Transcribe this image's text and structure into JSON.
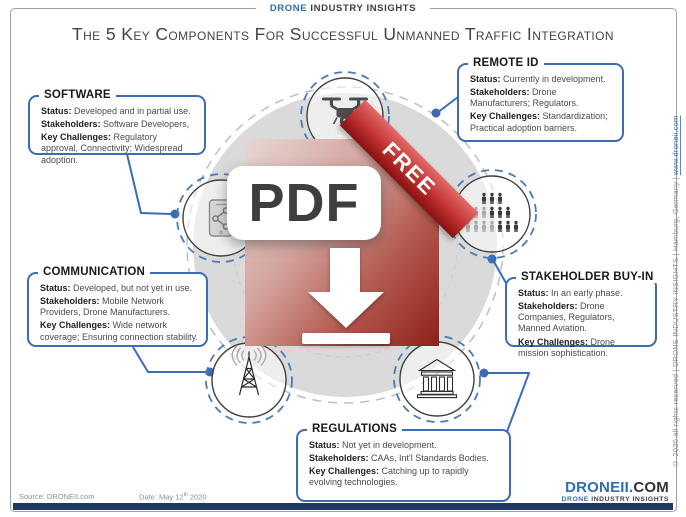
{
  "header": {
    "brand_blue": "DRONE",
    "brand_rest": " INDUSTRY INSIGHTS"
  },
  "title": {
    "text": "The 5 Key Components For Successful Unmanned Traffic Integration"
  },
  "boxes": {
    "software": {
      "title": "SOFTWARE",
      "fields": [
        {
          "label": "Status:",
          "text": " Developed and in partial use."
        },
        {
          "label": "Stakeholders:",
          "text": " Software Developers,"
        },
        {
          "label": "Key Challenges:",
          "text": " Regulatory approval, Connectivity; Widespread adoption."
        }
      ]
    },
    "remote_id": {
      "title": "REMOTE ID",
      "fields": [
        {
          "label": "Status:",
          "text": " Currently in development."
        },
        {
          "label": "Stakeholders:",
          "text": " Drone Manufacturers; Regulators."
        },
        {
          "label": "Key Challenges:",
          "text": " Standardization; Practical adoption barriers."
        }
      ]
    },
    "communication": {
      "title": "COMMUNICATION",
      "fields": [
        {
          "label": "Status:",
          "text": " Developed, but not yet in use."
        },
        {
          "label": "Stakeholders:",
          "text": " Mobile Network Providers, Drone Manufacturers."
        },
        {
          "label": "Key Challenges:",
          "text": " Wide network coverage; Ensuring connection stability."
        }
      ]
    },
    "stakeholder_buyin": {
      "title": "STAKEHOLDER BUY-IN",
      "fields": [
        {
          "label": "Status:",
          "text": " In an early phase."
        },
        {
          "label": "Stakeholders:",
          "text": " Drone Companies, Regulators, Manned Aviation."
        },
        {
          "label": "Key Challenges:",
          "text": " Drone mission sophistication."
        }
      ]
    },
    "regulations": {
      "title": "REGULATIONS",
      "fields": [
        {
          "label": "Status:",
          "text": " Not yet in development."
        },
        {
          "label": "Stakeholders:",
          "text": " CAAs, Int'l Standards Bodies."
        },
        {
          "label": "Key Challenges:",
          "text": " Catching up to rapidly evolving technologies."
        }
      ]
    }
  },
  "pdf": {
    "label": "PDF",
    "ribbon": "FREE"
  },
  "footer": {
    "source": "Source: DRONEII.com",
    "date_pre": "Date: May 12",
    "date_sup": "th",
    "date_post": " 2020"
  },
  "side": {
    "copyright": "© 2020 all rights reserved | DRONE INDUSTRY INSIGHTS | Hamburg, Germany | ",
    "link": "www.droneii.com"
  },
  "logo": {
    "main_blue": "DRONEII.",
    "main_dark": "COM",
    "sub_blue": "DRONE",
    "sub_dark": " INDUSTRY INSIGHTS"
  },
  "icons": {
    "top": "drone-icon",
    "left": "smartphone-share-icon",
    "right": "crowd-icon",
    "bottom_left": "radio-tower-icon",
    "bottom_right": "government-building-icon"
  },
  "colors": {
    "accent_blue": "#3a6db6",
    "navy": "#1f3864",
    "pdf_red": "#8e2019",
    "watermark_gray": "#dadada"
  }
}
